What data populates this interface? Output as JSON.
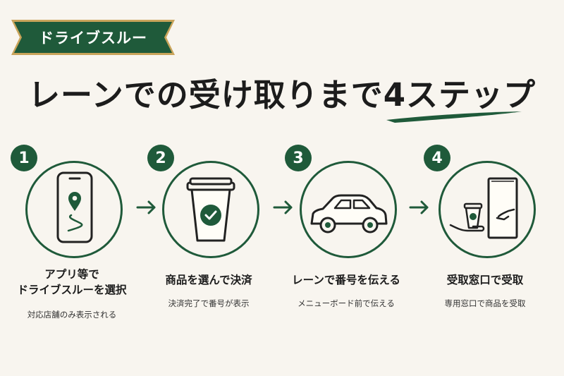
{
  "banner": {
    "label": "ドライブスルー"
  },
  "headline": {
    "main": "レーンでの受け取りまで",
    "accent": "4ステップ"
  },
  "colors": {
    "brand_green": "#1f5a3a",
    "background": "#f8f5ef",
    "gold": "#c9a45a"
  },
  "steps": [
    {
      "number": "1",
      "icon": "smartphone-map-pin-icon",
      "title_line1": "アプリ等で",
      "title_line2": "ドライブスルーを選択",
      "subtitle": "対応店舗のみ表示される"
    },
    {
      "number": "2",
      "icon": "coffee-cup-check-icon",
      "title_line1": "商品を選んで決済",
      "title_line2": "",
      "subtitle": "決済完了で番号が表示"
    },
    {
      "number": "3",
      "icon": "car-icon",
      "title_line1": "レーンで番号を伝える",
      "title_line2": "",
      "subtitle": "メニューボード前で伝える"
    },
    {
      "number": "4",
      "icon": "window-handoff-icon",
      "title_line1": "受取窓口で受取",
      "title_line2": "",
      "subtitle": "専用窓口で商品を受取"
    }
  ]
}
